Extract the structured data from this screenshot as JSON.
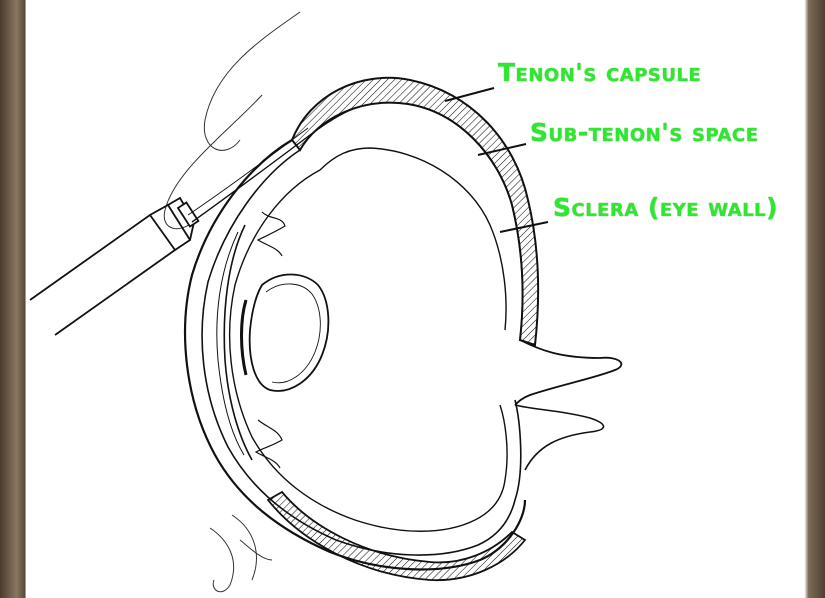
{
  "labels": {
    "tenon_capsule": "Tenon's capsule",
    "sub_tenon_space": "Sub-tenon's space",
    "sclera": "Sclera (eye wall)"
  },
  "colors": {
    "label": "#2ee82e",
    "ink": "#111111",
    "paper": "#ffffff",
    "backdrop": "#6b5a48"
  }
}
